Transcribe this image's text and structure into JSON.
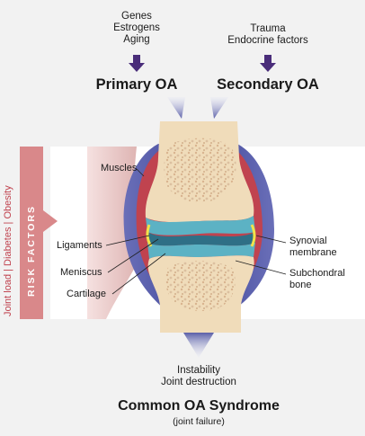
{
  "primary_causes": [
    "Genes",
    "Estrogens",
    "Aging"
  ],
  "secondary_causes": [
    "Trauma",
    "Endocrine factors"
  ],
  "primary_title": "Primary OA",
  "secondary_title": "Secondary OA",
  "risk_factors_side": "Joint load | Diabetes | Obesity",
  "risk_factors_band": "RISK FACTORS",
  "labels": {
    "muscles": "Muscles",
    "ligaments": "Ligaments",
    "meniscus": "Meniscus",
    "cartilage": "Cartilage",
    "synovial": [
      "Synovial",
      "membrane"
    ],
    "subchondral": [
      "Subchondral",
      "bone"
    ]
  },
  "outcome": [
    "Instability",
    "Joint destruction"
  ],
  "syndrome_title": "Common OA Syndrome",
  "syndrome_subtitle": "(joint failure)",
  "colors": {
    "arrow": "#4a2d7a",
    "bone": "#f0dcba",
    "marrow": "#e8c9a7",
    "capsule": "#5a5fa8",
    "synovium": "#c0434f",
    "cartilage": "#5cb2c4",
    "muscle": "#d9a7a4",
    "risk_band": "#d9888a"
  }
}
